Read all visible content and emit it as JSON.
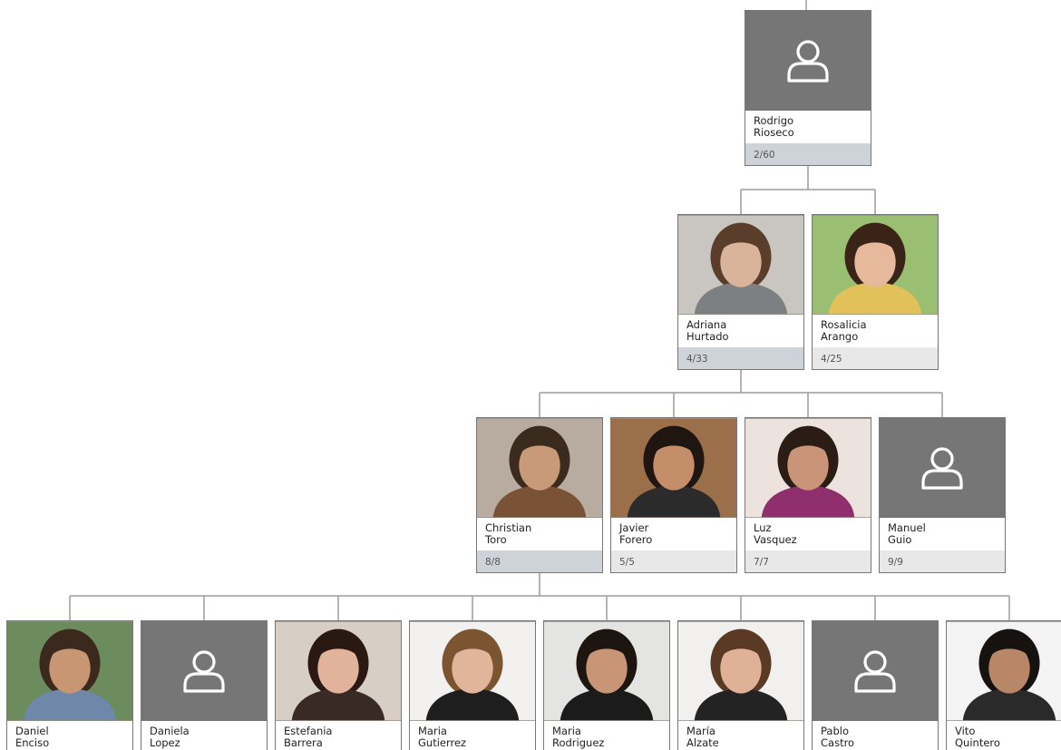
{
  "people": [
    {
      "id": "rodrigo",
      "first": "Rodrigo",
      "last": "Rioseco",
      "count": "2/60",
      "photo": "placeholder",
      "selected": true
    },
    {
      "id": "adriana",
      "first": "Adriana",
      "last": "Hurtado",
      "count": "4/33",
      "photo": "photo",
      "selected": true,
      "colors": {
        "bg": "#c9c6c1",
        "skin": "#d9b49a",
        "hair": "#5a3d2b",
        "shirt": "#7d8083"
      }
    },
    {
      "id": "rosalicia",
      "first": "Rosalicia",
      "last": "Arango",
      "count": "4/25",
      "photo": "photo",
      "colors": {
        "bg": "#9bbf72",
        "skin": "#e6b99c",
        "hair": "#3a2418",
        "shirt": "#e3c15a"
      }
    },
    {
      "id": "christian",
      "first": "Christian",
      "last": "Toro",
      "count": "8/8",
      "photo": "photo",
      "selected": true,
      "colors": {
        "bg": "#b8aca0",
        "skin": "#c99a78",
        "hair": "#3b2a1e",
        "shirt": "#7a5236"
      }
    },
    {
      "id": "javier",
      "first": "Javier",
      "last": "Forero",
      "count": "5/5",
      "photo": "photo",
      "colors": {
        "bg": "#9a6f49",
        "skin": "#c58e6b",
        "hair": "#1f1611",
        "shirt": "#2b2b2b"
      }
    },
    {
      "id": "luz",
      "first": "Luz",
      "last": "Vasquez",
      "count": "7/7",
      "photo": "photo",
      "colors": {
        "bg": "#ece3df",
        "skin": "#c99477",
        "hair": "#2b1d16",
        "shirt": "#8f2f6d"
      }
    },
    {
      "id": "manuel",
      "first": "Manuel",
      "last": "Guio",
      "count": "9/9",
      "photo": "placeholder"
    },
    {
      "id": "daniel",
      "first": "Daniel",
      "last": "Enciso",
      "count": "",
      "photo": "photo",
      "colors": {
        "bg": "#6d8c5e",
        "skin": "#c89673",
        "hair": "#3a291c",
        "shirt": "#6f87a8"
      }
    },
    {
      "id": "daniela",
      "first": "Daniela",
      "last": "Lopez",
      "count": "",
      "photo": "placeholder"
    },
    {
      "id": "estefania",
      "first": "Estefania",
      "last": "Barrera",
      "count": "",
      "photo": "photo",
      "colors": {
        "bg": "#d7cfc6",
        "skin": "#e0b39a",
        "hair": "#2a1812",
        "shirt": "#3a2a26"
      }
    },
    {
      "id": "maria-g",
      "first": "Maria",
      "last": "Gutierrez",
      "count": "",
      "photo": "photo",
      "colors": {
        "bg": "#f2f1ef",
        "skin": "#e0b59a",
        "hair": "#7a5530",
        "shirt": "#1e1e1e"
      }
    },
    {
      "id": "maria-r",
      "first": "Maria",
      "last": "Rodriguez",
      "count": "",
      "photo": "photo",
      "colors": {
        "bg": "#e4e4e2",
        "skin": "#c99577",
        "hair": "#1d1510",
        "shirt": "#1b1b1b"
      }
    },
    {
      "id": "maria-a",
      "first": "María",
      "last": "Alzate",
      "count": "",
      "photo": "photo",
      "colors": {
        "bg": "#f1f0ee",
        "skin": "#dfb297",
        "hair": "#5a3a24",
        "shirt": "#232323"
      }
    },
    {
      "id": "pablo",
      "first": "Pablo",
      "last": "Castro",
      "count": "",
      "photo": "placeholder"
    },
    {
      "id": "vito",
      "first": "Vito",
      "last": "Quintero",
      "count": "",
      "photo": "photo",
      "colors": {
        "bg": "#f3f3f3",
        "skin": "#b88768",
        "hair": "#161210",
        "shirt": "#2a2a2a"
      }
    }
  ],
  "hierarchy": {
    "rodrigo": [
      "adriana",
      "rosalicia"
    ],
    "adriana": [
      "christian",
      "javier",
      "luz",
      "manuel"
    ],
    "christian": [
      "daniel",
      "daniela",
      "estefania",
      "maria-g",
      "maria-r",
      "maria-a",
      "pablo",
      "vito"
    ]
  }
}
